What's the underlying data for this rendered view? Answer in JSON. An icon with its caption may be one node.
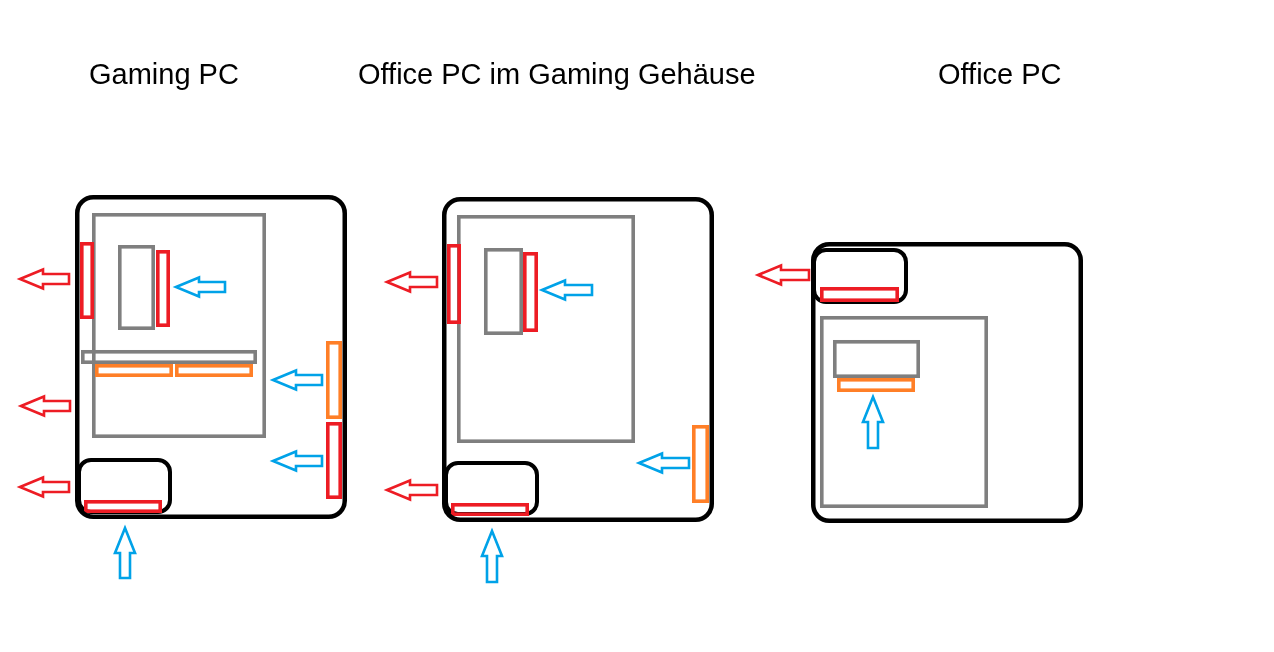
{
  "diagram": {
    "labels": [
      "Gaming PC",
      "Office PC im Gaming Gehäuse",
      "Office PC"
    ]
  }
}
